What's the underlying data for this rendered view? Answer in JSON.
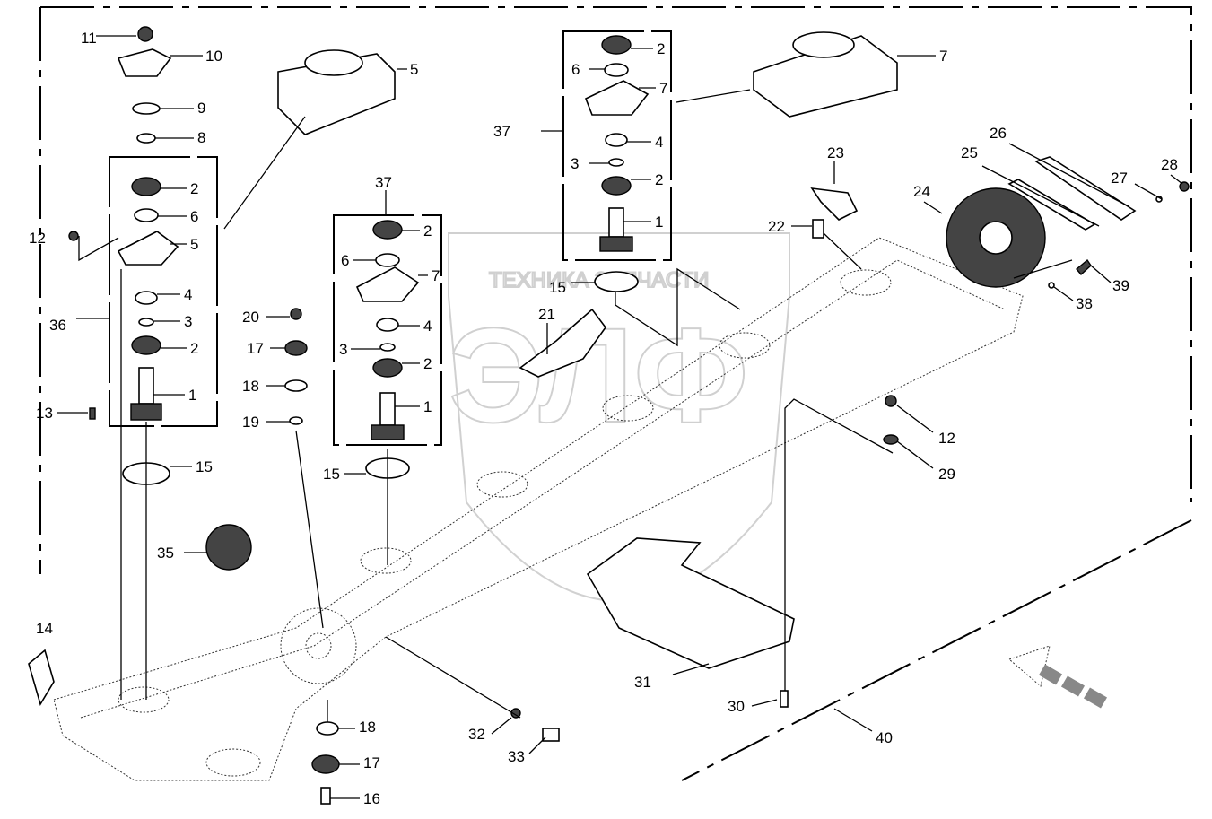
{
  "watermark": {
    "top_text": "ТЕХНИКА ЗАПЧАСТИ",
    "logo_letters": "ЭЛФ"
  },
  "colors": {
    "line": "#000000",
    "watermark": "#cccccc",
    "background": "#ffffff"
  },
  "callouts": [
    "11",
    "10",
    "5",
    "9",
    "8",
    "2",
    "6",
    "12",
    "5",
    "4",
    "3",
    "36",
    "2",
    "1",
    "13",
    "15",
    "35",
    "14",
    "37",
    "2",
    "6",
    "7",
    "4",
    "3",
    "2",
    "1",
    "15",
    "20",
    "17",
    "18",
    "19",
    "21",
    "15",
    "37",
    "2",
    "6",
    "7",
    "4",
    "3",
    "2",
    "1",
    "7",
    "23",
    "22",
    "26",
    "25",
    "24",
    "27",
    "28",
    "39",
    "38",
    "12",
    "29",
    "31",
    "30",
    "40",
    "32",
    "33",
    "18",
    "17",
    "16"
  ]
}
